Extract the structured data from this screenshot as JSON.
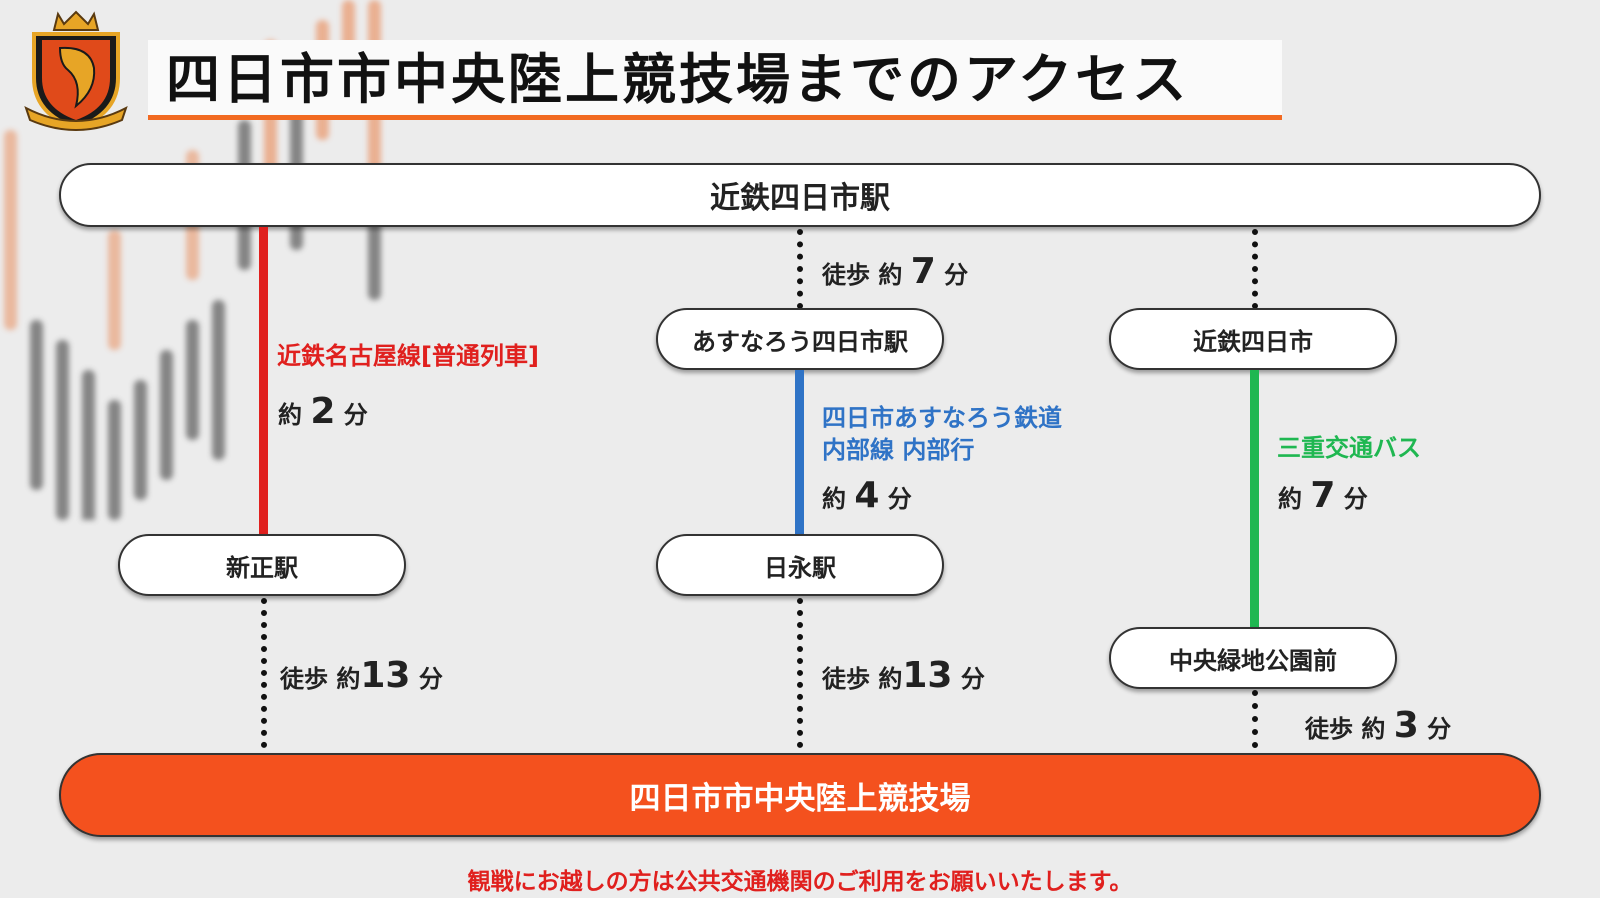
{
  "title": "四日市市中央陸上競技場までのアクセス",
  "colors": {
    "accent": "#f26a21",
    "destination": "#f4511e",
    "route_kintetsu": "#e0201e",
    "route_asunarou": "#2f73c6",
    "route_bus": "#1fb751",
    "notice": "#e0201e"
  },
  "origin": "近鉄四日市駅",
  "destination": "四日市市中央陸上競技場",
  "routes": {
    "left": {
      "line_name": "近鉄名古屋線[普通列車]",
      "ride_prefix": "約",
      "ride_minutes": "2",
      "ride_unit": "分",
      "stop": "新正駅",
      "walk_prefix": "徒歩 約",
      "walk_minutes": "13",
      "walk_unit": "分"
    },
    "middle": {
      "walk1_prefix": "徒歩 約",
      "walk1_minutes": "7",
      "walk1_unit": "分",
      "start_stop": "あすなろう四日市駅",
      "line_name_1": "四日市あすなろう鉄道",
      "line_name_2": "内部線 内部行",
      "ride_prefix": "約",
      "ride_minutes": "4",
      "ride_unit": "分",
      "stop": "日永駅",
      "walk_prefix": "徒歩 約",
      "walk_minutes": "13",
      "walk_unit": "分"
    },
    "right": {
      "start_stop": "近鉄四日市",
      "line_name": "三重交通バス",
      "ride_prefix": "約",
      "ride_minutes": "7",
      "ride_unit": "分",
      "stop": "中央緑地公園前",
      "walk_prefix": "徒歩 約",
      "walk_minutes": "3",
      "walk_unit": "分"
    }
  },
  "notice": "観戦にお越しの方は公共交通機関のご利用をお願いいたします。"
}
